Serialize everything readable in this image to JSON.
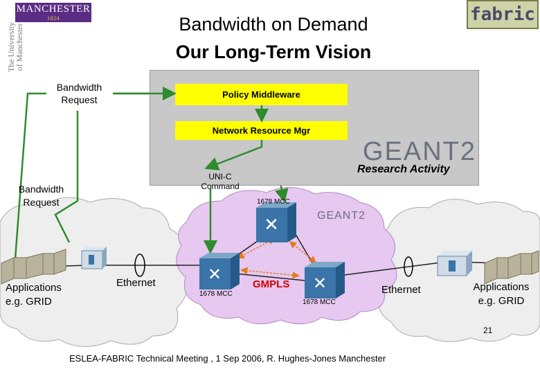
{
  "logos": {
    "manchester": "MANCHESTER",
    "manchester_year": "1824",
    "university_side": "The University of Manchester",
    "fabric": "fabric",
    "geant_large": "GEANT2",
    "geant_small": "GEANT2"
  },
  "title": {
    "line1": "Bandwidth on Demand",
    "line2": "Our Long-Term Vision"
  },
  "boxes": {
    "policy_middleware": "Policy Middleware",
    "network_resource_mgr": "Network Resource Mgr",
    "research_activity": "Research Activity"
  },
  "labels": {
    "bandwidth_request_top": "Bandwidth Request",
    "bandwidth_request_left": "Bandwidth Request",
    "uni_c_command": "UNI-C Command",
    "mcc_top": "1678 MCC",
    "mcc_left": "1678 MCC",
    "mcc_right": "1678 MCC",
    "gmpls": "GMPLS",
    "ethernet_left": "Ethernet",
    "ethernet_right": "Ethernet",
    "apps_left": "Applications e.g. GRID",
    "apps_right": "Applications e.g. GRID"
  },
  "footer": {
    "text": "ESLEA-FABRIC Technical Meeting , 1 Sep 2006, R. Hughes-Jones Manchester",
    "page": "21"
  },
  "colors": {
    "grey_box": "#c8c8c8",
    "yellow_box": "#ffff00",
    "green_arrow": "#2e8b2e",
    "purple_cloud": "#e6c8f0",
    "grey_cloud": "#eeeeee",
    "gmpls_text": "#cc0000",
    "orange_arrow": "#e87a1a"
  }
}
